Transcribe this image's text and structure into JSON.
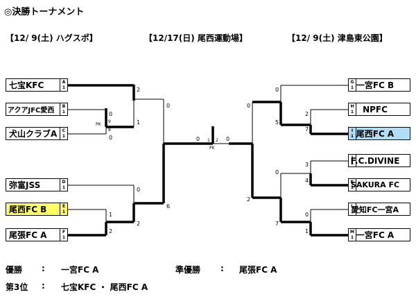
{
  "title": "◎決勝トーナメント",
  "venues": [
    "【12/ 9(土) ハグスポ】",
    "【12/17(日) 尾西運動場】",
    "【12/ 9(土) 津島東公園】"
  ],
  "teams_left": [
    {
      "name": "七宝KFC",
      "code": "A",
      "num": "1"
    },
    {
      "name": "アクアJFC愛西",
      "code": "B",
      "num": "1"
    },
    {
      "name": "犬山クラブA",
      "code": "C",
      "num": "1"
    },
    {
      "name": "弥富JSS",
      "code": "D",
      "num": "1"
    },
    {
      "name": "尾西FC B",
      "code": "E",
      "num": "1"
    },
    {
      "name": "尾張FC A",
      "code": "F",
      "num": "1"
    }
  ],
  "teams_right": [
    {
      "name": "一宮FC B",
      "code": "G",
      "num": "1"
    },
    {
      "name": "NPFC",
      "code": "H",
      "num": "1"
    },
    {
      "name": "尾西FC A",
      "code": "I",
      "num": "1"
    },
    {
      "name": "F.C.DIVINE",
      "code": "J",
      "num": "1"
    },
    {
      "name": "SAKURA FC",
      "code": "K",
      "num": "1"
    },
    {
      "name": "愛知FC一宮A",
      "code": "L",
      "num": "1"
    },
    {
      "name": "一宮FC A",
      "code": "M",
      "num": "1"
    }
  ],
  "scores": {
    "l_bc_top": "0",
    "l_bc_pk_top": "9",
    "l_bc_pk_bot": "8",
    "l_bc_bot": "0",
    "l_abc_top": "2",
    "l_abc_bot": "1",
    "l_ef_top": "1",
    "l_ef_bot": "2",
    "l_def_top": "0",
    "l_def_bot": "2",
    "l_semi_top": "0",
    "l_semi_bot": "6",
    "r_hi_top": "2",
    "r_hi_bot": "7",
    "r_ghi_top": "0",
    "r_ghi_bot": "5",
    "r_jk_top": "3",
    "r_jk_bot": "4",
    "r_lm_top": "0",
    "r_lm_bot": "1",
    "r_jklm_top": "0",
    "r_jklm_bot": "7",
    "r_semi_top": "0",
    "r_semi_bot": "2",
    "f_left": "0",
    "f_pk_left": "1",
    "f_pk_right": "2",
    "f_right": "0"
  },
  "pk_label": "PK",
  "results": {
    "champion_label": "優勝",
    "champion": "一宮FC A",
    "runnerup_label": "準優勝",
    "runnerup": "尾張FC A",
    "third_label": "第3位",
    "third": "七宝KFC ・ 尾西FC A",
    "colon": ":"
  }
}
